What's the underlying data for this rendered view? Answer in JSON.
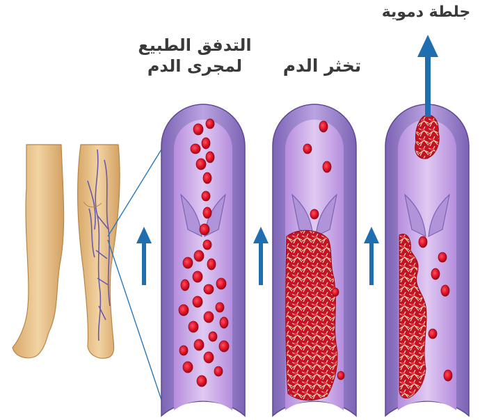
{
  "labels": {
    "normal_flow_line1": "التدفق الطبيع",
    "normal_flow_line2": "لمجرى الدم",
    "clotting": "تخثر الدم",
    "blood_clot": "جلطة دموية"
  },
  "colors": {
    "vessel_wall": "#9b82c8",
    "vessel_wall_dark": "#6f58a3",
    "vessel_lumen": "#c7a8e6",
    "vessel_lumen_deep": "#a77fd6",
    "red_cell": "#e0142a",
    "red_cell_dark": "#a80d1d",
    "clot_mesh": "#f4d8a8",
    "arrow": "#1f6fb0",
    "skin": "#e9c48f",
    "skin_shadow": "#c9965a",
    "vein": "#6a5aa8",
    "zoom_line": "#2a78b8"
  },
  "icons": [
    "up-arrow-icon",
    "leg-illustration",
    "vein-icon"
  ]
}
